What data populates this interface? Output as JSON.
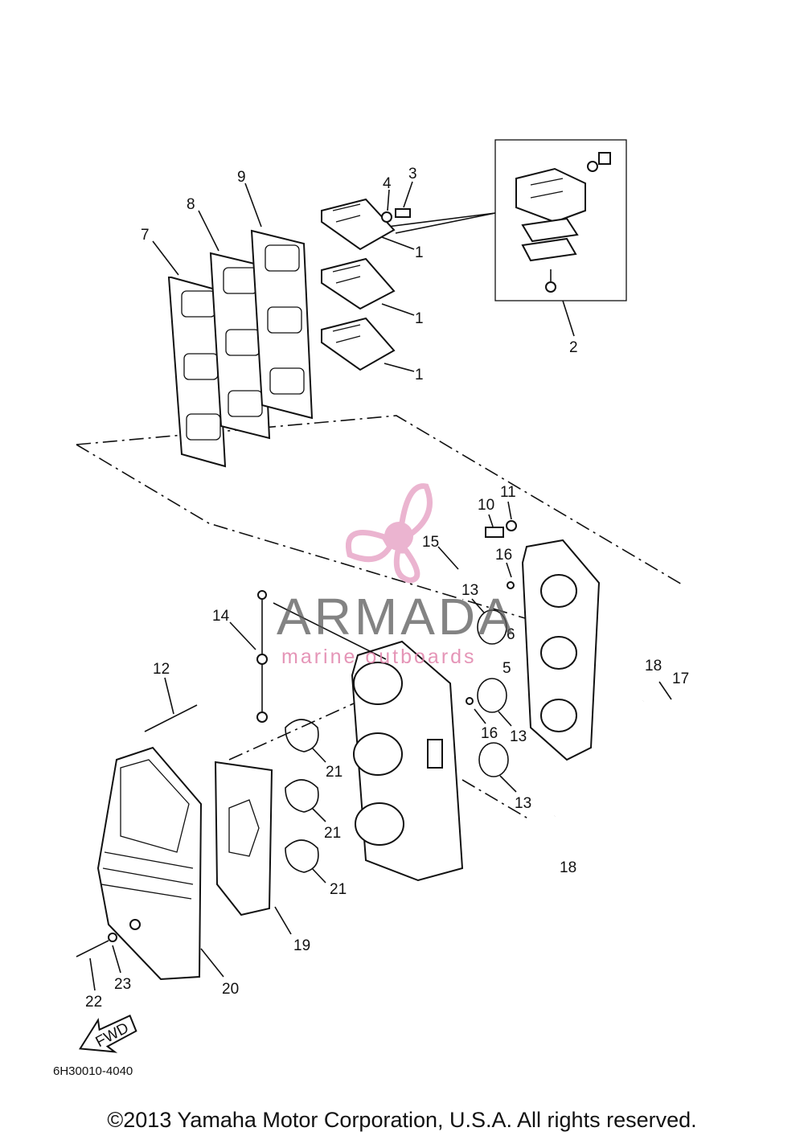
{
  "callouts": [
    {
      "text": "1"
    },
    {
      "text": "1"
    },
    {
      "text": "1"
    },
    {
      "text": "2"
    },
    {
      "text": "3"
    },
    {
      "text": "4"
    },
    {
      "text": "5"
    },
    {
      "text": "6"
    },
    {
      "text": "7"
    },
    {
      "text": "8"
    },
    {
      "text": "9"
    },
    {
      "text": "10"
    },
    {
      "text": "11"
    },
    {
      "text": "12"
    },
    {
      "text": "13"
    },
    {
      "text": "13"
    },
    {
      "text": "13"
    },
    {
      "text": "14"
    },
    {
      "text": "15"
    },
    {
      "text": "16"
    },
    {
      "text": "16"
    },
    {
      "text": "17"
    },
    {
      "text": "18"
    },
    {
      "text": "18"
    },
    {
      "text": "19"
    },
    {
      "text": "20"
    },
    {
      "text": "21"
    },
    {
      "text": "21"
    },
    {
      "text": "21"
    },
    {
      "text": "22"
    },
    {
      "text": "23"
    }
  ],
  "fwd_label": "FWD",
  "diagram_code": "6H30010-4040",
  "copyright": "©2013 Yamaha Motor Corporation, U.S.A. All rights reserved.",
  "watermark": {
    "name": "ARMADA",
    "subtitle": "marine outboards",
    "logo_color": "#e8a8c8",
    "text_color": "#5a5a5a"
  }
}
